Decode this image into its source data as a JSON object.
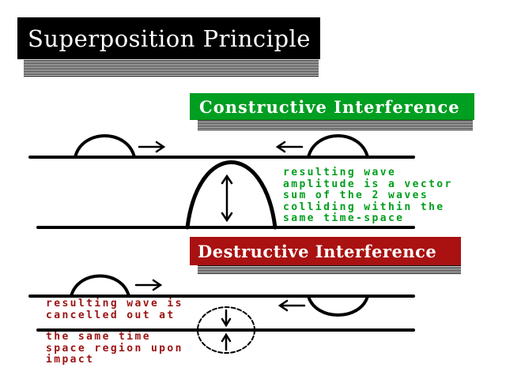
{
  "title": {
    "text": "Superposition Principle",
    "bg": "#000000",
    "fg": "#FFFFFF"
  },
  "sections": {
    "constructive": {
      "heading": "Constructive Interference",
      "annotation_lines": [
        "resulting wave",
        "amplitude is a vector",
        "sum of the 2 waves",
        "colliding within the",
        "same time-space"
      ]
    },
    "destructive": {
      "heading": "Destructive Interference",
      "annotation_top_lines": [
        "resulting wave is",
        "cancelled out at"
      ],
      "annotation_bottom_lines": [
        "the same time",
        "space region upon",
        "impact"
      ]
    }
  },
  "colors": {
    "constructive_green": "#009E21",
    "destructive_red": "#AA1111",
    "green_text": "#009E1C",
    "red_text": "#9B1111",
    "ink": "#000000"
  },
  "icons": {
    "wave_travel_right": "right-arrow-icon",
    "wave_travel_left": "left-arrow-icon",
    "amplitude_sum": "vertical-double-arrow-icon",
    "cancellation_zone": "dashed-collision-circle-icon"
  }
}
